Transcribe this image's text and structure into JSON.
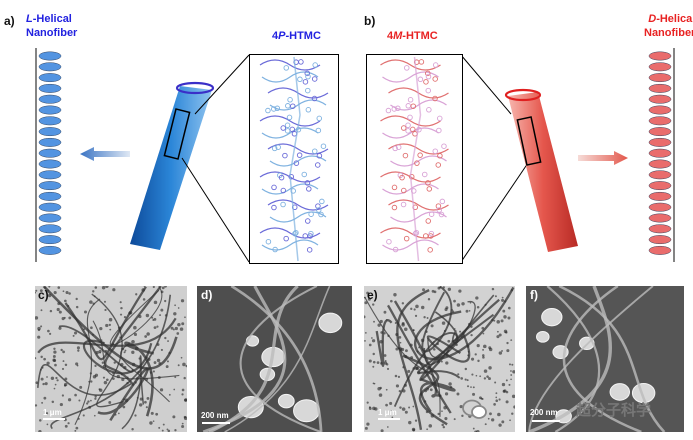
{
  "panel_a": {
    "label": "a)",
    "fiber_title_prefix": "L",
    "fiber_title_rest": "-Helical",
    "fiber_title_line2": "Nanofiber",
    "cage_title_prefix": "4",
    "cage_title_italic": "P",
    "cage_title_rest": "-HTMC",
    "colors": {
      "fiber": "#4a8fe0",
      "rod": "#1f6fc9",
      "cage": "#6a6ad8"
    }
  },
  "panel_b": {
    "label": "b)",
    "fiber_title_prefix": "D",
    "fiber_title_rest": "-Helical",
    "fiber_title_line2": "Nanofiber",
    "cage_title_prefix": "4",
    "cage_title_italic": "M",
    "cage_title_rest": "-HTMC",
    "colors": {
      "fiber": "#e86565",
      "rod": "#e0453d",
      "cage": "#e07070"
    }
  },
  "micrographs": [
    {
      "label": "c)",
      "scale": "1 μm",
      "style": "tem"
    },
    {
      "label": "d)",
      "scale": "200 nm",
      "style": "sem"
    },
    {
      "label": "e)",
      "scale": "1 μm",
      "style": "tem"
    },
    {
      "label": "f)",
      "scale": "200 nm",
      "style": "sem"
    }
  ],
  "watermark": {
    "text": "超分子科学",
    "icon": "wechat-icon"
  }
}
